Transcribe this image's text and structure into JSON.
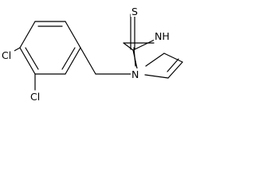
{
  "molecule": {
    "atoms": {
      "cl_upper": "Cl",
      "cl_lower": "Cl",
      "n_imidazole_1": "N",
      "nh_imidazole_3": "NH",
      "s_thione": "S"
    }
  },
  "colors": {
    "bond": "#000000",
    "label": "#000000",
    "background": "#ffffff"
  }
}
